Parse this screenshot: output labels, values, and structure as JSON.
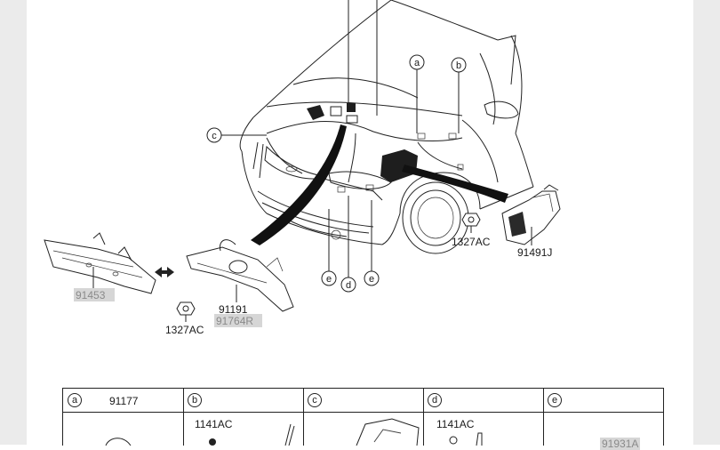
{
  "callouts": [
    "a",
    "b",
    "c",
    "d",
    "e",
    "e"
  ],
  "parts": {
    "p91453": "91453",
    "p91191": "91191",
    "p91764R": "91764R",
    "p1327AC_left": "1327AC",
    "p1327AC_right": "1327AC",
    "p91491J": "91491J"
  },
  "table": {
    "columns": [
      {
        "letter": "a",
        "part": "91177"
      },
      {
        "letter": "b",
        "part": "1141AC"
      },
      {
        "letter": "c",
        "part": ""
      },
      {
        "letter": "d",
        "part": "1141AC"
      },
      {
        "letter": "e",
        "part": "91931A"
      }
    ]
  }
}
